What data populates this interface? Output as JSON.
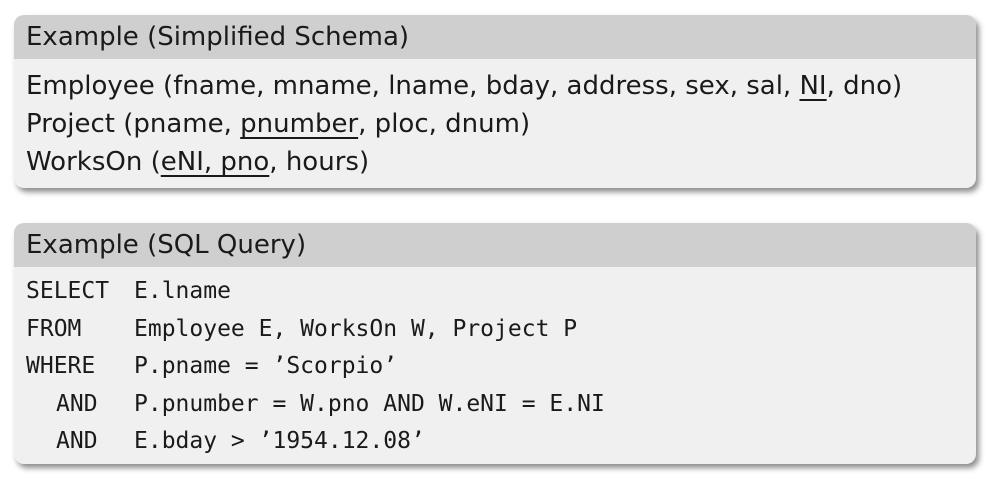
{
  "schema_block": {
    "title": "Example (Simplified Schema)",
    "tables": [
      {
        "name": "Employee",
        "open": "(",
        "parts": [
          "fname, mname, lname, bday, address, sex, sal, ",
          "NI",
          ", dno"
        ],
        "close": ")"
      },
      {
        "name": "Project",
        "open": "(",
        "parts": [
          "pname, ",
          "pnumber",
          ", ploc, dnum"
        ],
        "close": ")"
      },
      {
        "name": "WorksOn",
        "open": "(",
        "parts": [
          "",
          "eNI, pno",
          ", hours"
        ],
        "close": ")"
      }
    ]
  },
  "sql_block": {
    "title": "Example (SQL Query)",
    "lines": [
      {
        "keyword": "SELECT",
        "expr": "E.lname"
      },
      {
        "keyword": "FROM",
        "expr": "Employee E, WorksOn W, Project P"
      },
      {
        "keyword": "WHERE",
        "expr": "P.pname = ’Scorpio’"
      },
      {
        "keyword": "AND",
        "expr": "P.pnumber = W.pno AND W.eNI = E.NI"
      },
      {
        "keyword": "AND",
        "expr": "E.bday > ’1954.12.08’"
      }
    ]
  }
}
